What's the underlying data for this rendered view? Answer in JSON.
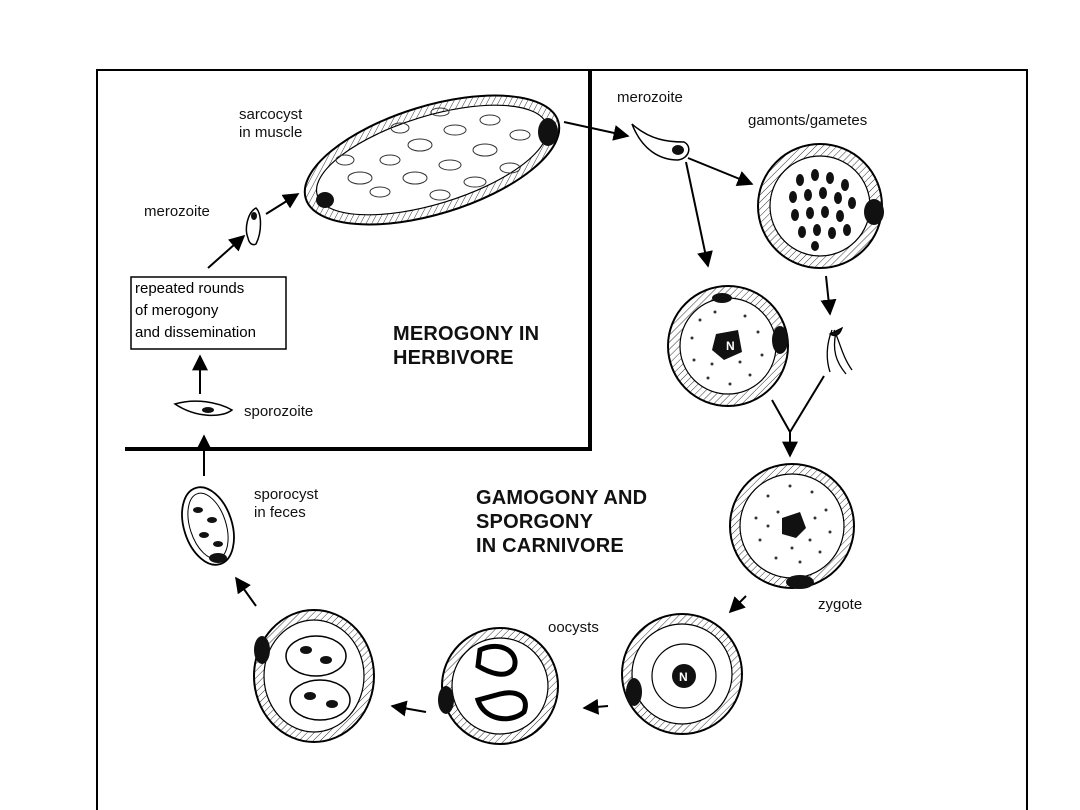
{
  "labels": {
    "sarcocyst": [
      "sarcocyst",
      "in muscle"
    ],
    "merozoite_left": "merozoite",
    "merozoite_right": "merozoite",
    "gamonts": "gamonts/gametes",
    "repeated": [
      "repeated rounds",
      "of merogony",
      "and dissemination"
    ],
    "merogony": [
      "MEROGONY IN",
      "HERBIVORE"
    ],
    "sporozoite": "sporozoite",
    "sporocyst": [
      "sporocyst",
      "in feces"
    ],
    "gamogony": [
      "GAMOGONY AND",
      "SPORGONY",
      "IN CARNIVORE"
    ],
    "oocysts": "oocysts",
    "zygote": "zygote",
    "nucleus_letter": "N"
  }
}
